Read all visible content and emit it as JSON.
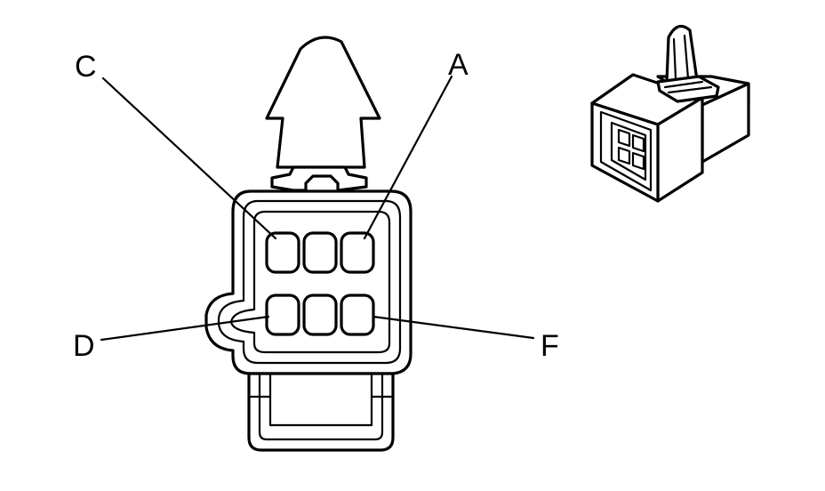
{
  "diagram": {
    "pin_labels": {
      "c": "C",
      "a": "A",
      "d": "D",
      "f": "F"
    }
  }
}
